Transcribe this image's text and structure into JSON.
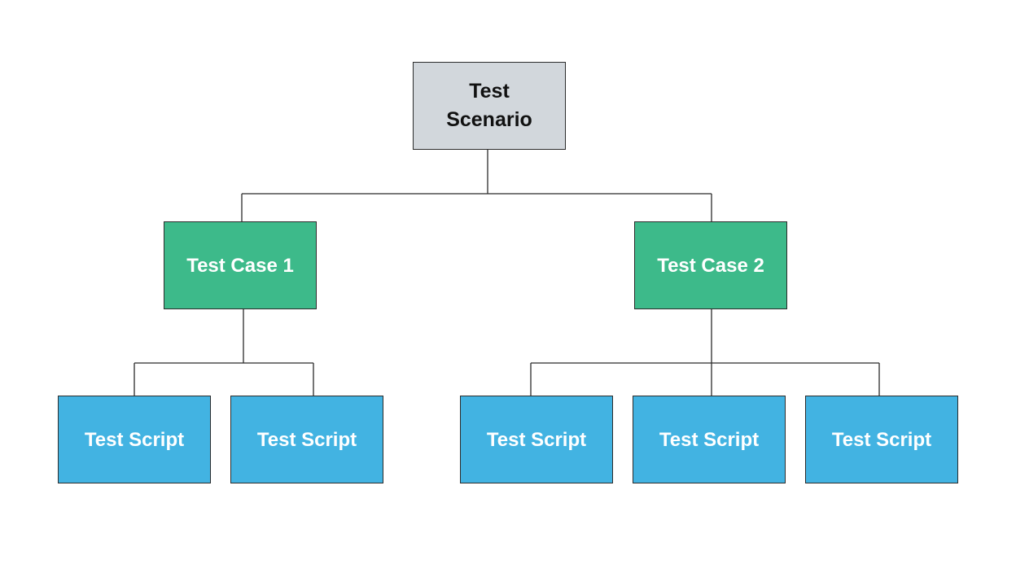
{
  "colors": {
    "scenario_fill": "#d2d7dc",
    "case_fill": "#3dba8a",
    "script_fill": "#42b3e2",
    "line": "#2b2b2b"
  },
  "scenario": {
    "label": "Test Scenario"
  },
  "cases": [
    {
      "label": "Test Case 1"
    },
    {
      "label": "Test Case 2"
    }
  ],
  "scripts": [
    {
      "label": "Test Script",
      "parent": "Test Case 1"
    },
    {
      "label": "Test Script",
      "parent": "Test Case 1"
    },
    {
      "label": "Test Script",
      "parent": "Test Case 2"
    },
    {
      "label": "Test Script",
      "parent": "Test Case 2"
    },
    {
      "label": "Test Script",
      "parent": "Test Case 2"
    }
  ]
}
